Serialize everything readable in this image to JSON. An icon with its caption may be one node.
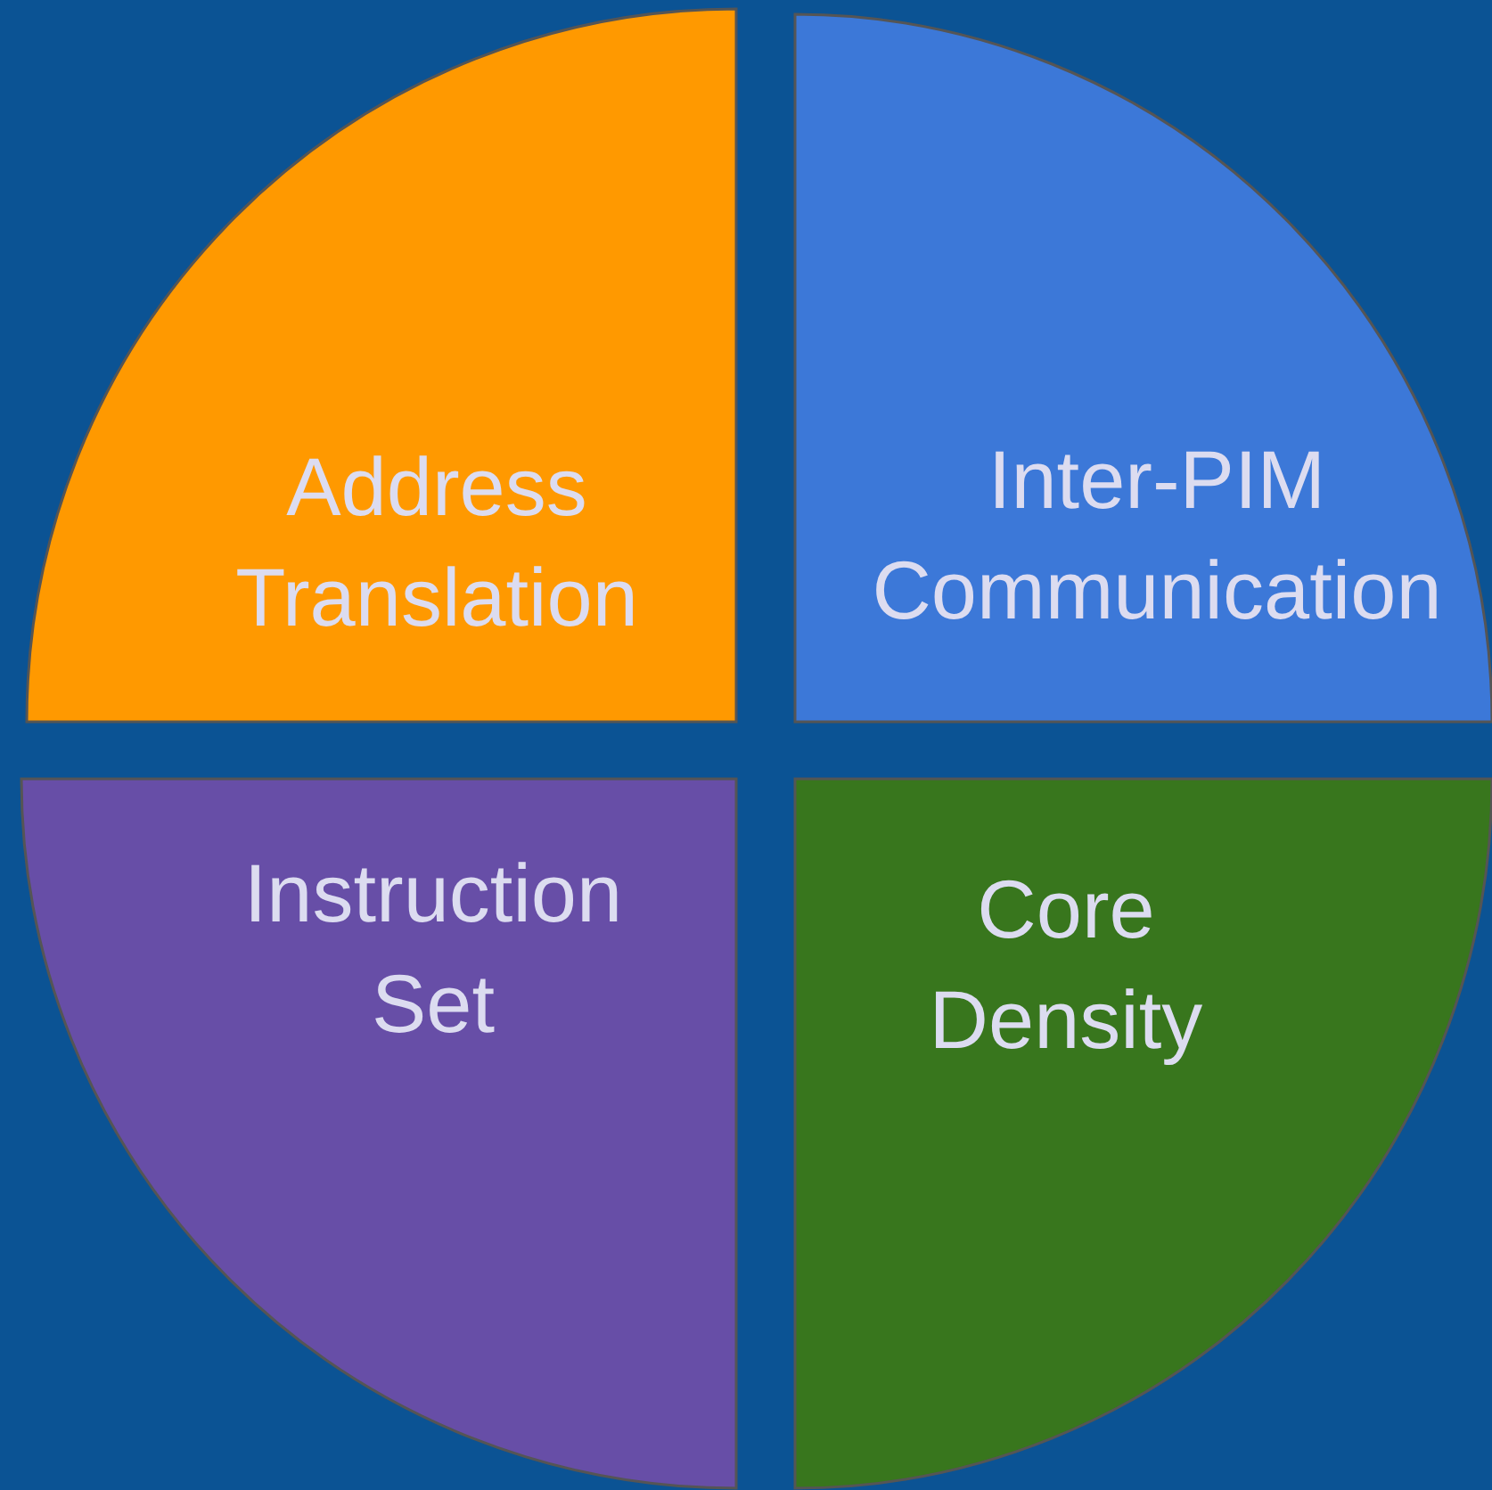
{
  "diagram": {
    "nodes": [
      {
        "text": [
          "Address Translation"
        ]
      },
      {
        "text": [
          "Inter-PIM Communication"
        ]
      },
      {
        "text": [
          "Instruction Set"
        ]
      },
      {
        "text": [
          "Core Density"
        ]
      }
    ]
  }
}
